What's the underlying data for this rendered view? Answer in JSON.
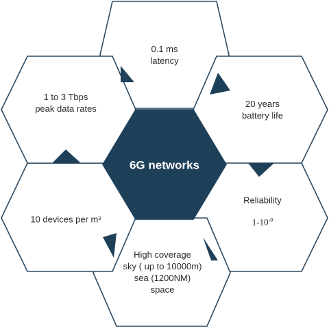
{
  "diagram": {
    "center": {
      "label": "6G networks"
    },
    "latency": {
      "lines": [
        "0.1 ms",
        "latency"
      ]
    },
    "battery": {
      "lines": [
        "20 years",
        "battery life"
      ]
    },
    "reliability": {
      "title": "Reliability",
      "base": "1-10",
      "exp": "-9"
    },
    "coverage": {
      "lines": [
        "High coverage",
        "sky ( up to 10000m)",
        "sea (1200NM)",
        "space"
      ]
    },
    "devices": {
      "label": "10 devices per m²"
    },
    "peak": {
      "lines": [
        "1 to 3 Tbps",
        "peak data rates"
      ]
    }
  },
  "colors": {
    "center_fill": "#1f4059",
    "outline": "#2c4a63",
    "text": "#2b2b2b"
  }
}
